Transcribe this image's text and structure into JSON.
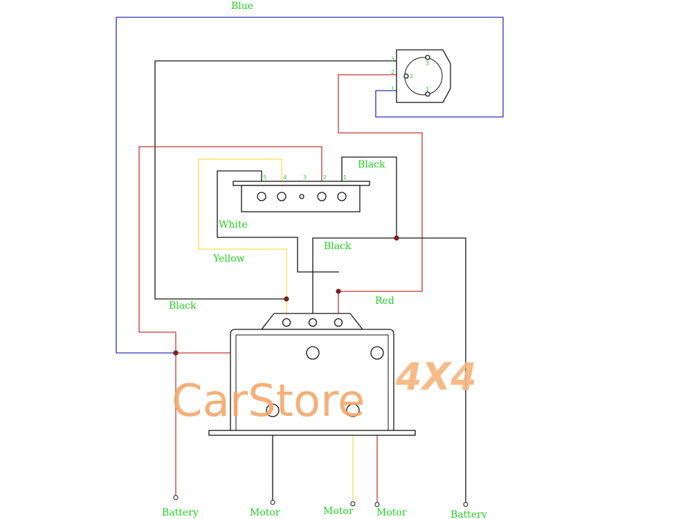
{
  "colors": {
    "blue": "#2a2ab8",
    "black": "#111111",
    "red": "#c83232",
    "yellow": "#f0e050",
    "label": "#22d022",
    "junction": "#a01818",
    "watermark": "#f3a86a"
  },
  "wire_labels": {
    "blue": "Blue",
    "black_top": "Black",
    "white": "White",
    "black_mid": "Black",
    "yellow": "Yellow",
    "red": "Red",
    "black_left": "Black"
  },
  "switch_pins": {
    "left_1": "1",
    "left_2": "2",
    "left_3": "3",
    "inner_1": "1",
    "inner_2": "2",
    "inner_3": "3"
  },
  "connector_pins": [
    "5",
    "4",
    "3",
    "2",
    "1"
  ],
  "terminals": {
    "battery_left": "Battery",
    "motor_1": "Motor",
    "motor_2": "Motor",
    "motor_3": "Motor",
    "battery_right": "Battery"
  },
  "watermark": {
    "brand": "CarStore",
    "suffix": "4X4"
  }
}
